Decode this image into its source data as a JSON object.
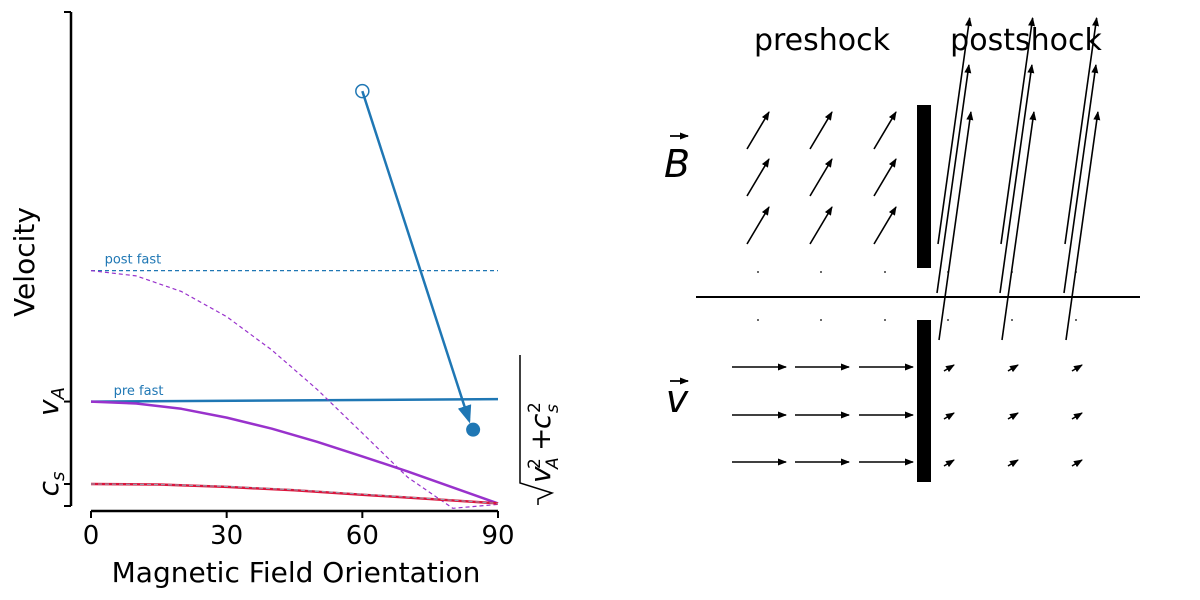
{
  "chart_data": [
    {
      "type": "line",
      "xlabel": "Magnetic Field Orientation",
      "ylabel": "Velocity",
      "x_ticks": [
        "0",
        "30",
        "60",
        "90"
      ],
      "xlim": [
        0,
        90
      ],
      "ylim": [
        -0.5,
        10
      ],
      "y_ticks": [
        {
          "value": 0,
          "label": "c_s"
        },
        {
          "value": 1.7,
          "label": "v_A"
        }
      ],
      "right_label": "sqrt(v_A^2 + c_s^2)",
      "series": [
        {
          "name": "",
          "color": "#1f77b4",
          "style": "solid",
          "x": [
            0,
            90
          ],
          "y": [
            1.7,
            1.75
          ]
        },
        {
          "name": "",
          "color": "#1f77b4",
          "style": "dashed",
          "x": [
            0,
            90
          ],
          "y": [
            4.4,
            4.4
          ]
        },
        {
          "name": "",
          "color": "#9932cc",
          "style": "solid",
          "x": [
            0,
            10,
            20,
            30,
            40,
            50,
            60,
            70,
            80,
            90
          ],
          "y": [
            1.7,
            1.66,
            1.55,
            1.37,
            1.14,
            0.87,
            0.57,
            0.26,
            -0.07,
            -0.4
          ]
        },
        {
          "name": "",
          "color": "#9932cc",
          "style": "dashed",
          "x": [
            0,
            10,
            20,
            30,
            40,
            50,
            60,
            70,
            80,
            90
          ],
          "y": [
            4.4,
            4.29,
            3.97,
            3.45,
            2.76,
            1.95,
            1.05,
            0.14,
            -0.5,
            -0.42
          ]
        },
        {
          "name": "",
          "color": "#dc143c",
          "style": "solid",
          "x": [
            0,
            15,
            30,
            45,
            60,
            75,
            90
          ],
          "y": [
            0,
            -0.01,
            -0.06,
            -0.13,
            -0.22,
            -0.31,
            -0.4
          ]
        },
        {
          "name": "",
          "color": "#9999aa",
          "style": "dashed",
          "x": [
            0,
            15,
            30,
            45,
            60,
            75,
            90
          ],
          "y": [
            0,
            -0.01,
            -0.05,
            -0.12,
            -0.21,
            -0.3,
            -0.4
          ]
        }
      ],
      "annotations": [
        {
          "text": "post fast",
          "x": 3,
          "y": 4.55,
          "color": "#1f77b4"
        },
        {
          "text": "pre fast",
          "x": 5,
          "y": 1.83,
          "color": "#1f77b4"
        }
      ],
      "arrow": {
        "start": {
          "x": 60,
          "y": 8.1
        },
        "end": {
          "x": 84.5,
          "y": 1.12
        },
        "color": "#1f77b4"
      }
    },
    {
      "type": "diagram",
      "labels": {
        "preshock": "preshock",
        "postshock": "postshock",
        "b_symbol": "B",
        "v_symbol": "v"
      },
      "b_field": {
        "pre_rows": [
          0,
          1,
          2
        ],
        "pre_cols": [
          0,
          1,
          2
        ],
        "post_rows": [
          0,
          1,
          2
        ],
        "post_cols": [
          0,
          1,
          2
        ]
      },
      "velocity": {
        "rows": [
          0,
          1,
          2
        ],
        "pre_cols": [
          0,
          1,
          2
        ],
        "post_cols": [
          0,
          1,
          2
        ]
      }
    }
  ]
}
